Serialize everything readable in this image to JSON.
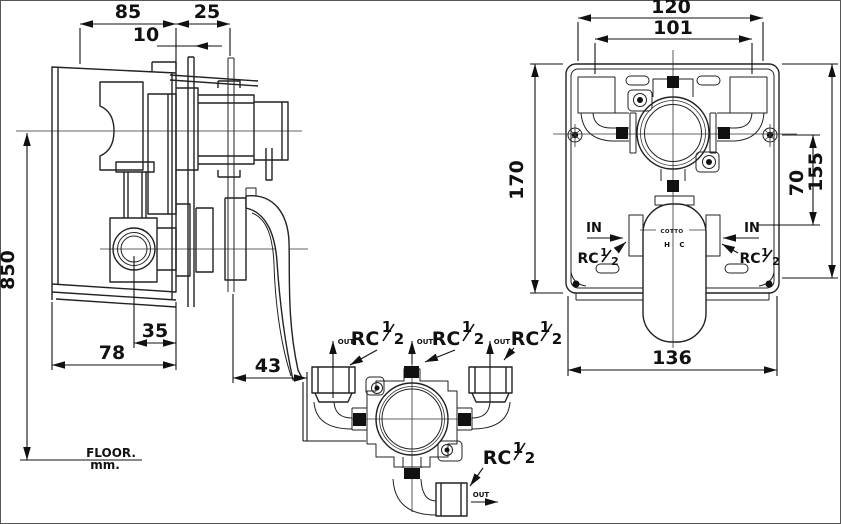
{
  "side_view": {
    "dims": {
      "d85": "85",
      "d25": "25",
      "d10": "10",
      "d850": "850",
      "d35": "35",
      "d78": "78",
      "d43": "43"
    },
    "floor_label": "FLOOR.",
    "units_label": "mm."
  },
  "front_view": {
    "dims": {
      "d120": "120",
      "d101": "101",
      "d170": "170",
      "d70": "70",
      "d155": "155",
      "d136": "136"
    },
    "inlet_label": "IN",
    "thread_label": "RC",
    "thread_num": "1",
    "thread_den": "2",
    "brand": "COTTO",
    "hot_label": "H",
    "cold_label": "C"
  },
  "bottom_view": {
    "outlet_label": "OUT",
    "thread_label": "RC",
    "thread_num": "1",
    "thread_den": "2"
  }
}
